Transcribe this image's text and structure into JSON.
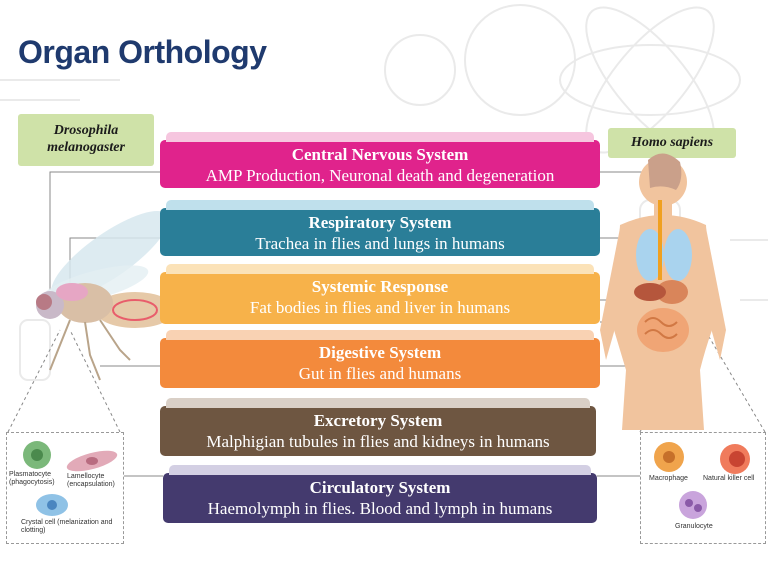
{
  "title": "Organ Orthology",
  "left_species": "Drosophila melanogaster",
  "right_species": "Homo sapiens",
  "systems": [
    {
      "heading": "Central Nervous System",
      "desc": "AMP Production, Neuronal death and degeneration",
      "color": "#e0238c",
      "tint": "#f6c6df"
    },
    {
      "heading": "Respiratory System",
      "desc": "Trachea in flies and lungs in humans",
      "color": "#2a7e98",
      "tint": "#bfe0ec"
    },
    {
      "heading": "Systemic Response",
      "desc": "Fat bodies in flies and liver in humans",
      "color": "#f7b24a",
      "tint": "#fbe2b8"
    },
    {
      "heading": "Digestive System",
      "desc": "Gut in flies and humans",
      "color": "#f38a3c",
      "tint": "#f9d2b3"
    },
    {
      "heading": "Excretory System",
      "desc": "Malphigian tubules in flies and kidneys in humans",
      "color": "#6e5641",
      "tint": "#d9cfc6"
    },
    {
      "heading": "Circulatory System",
      "desc": "Haemolymph in flies. Blood and lymph in humans",
      "color": "#443a6e",
      "tint": "#d3cfe3"
    }
  ],
  "fly_cells": {
    "plasmatocyte": "Plasmatocyte (phagocytosis)",
    "lamellocyte": "Lamellocyte (encapsulation)",
    "crystal": "Crystal cell (melanization and clotting)"
  },
  "human_cells": {
    "macrophage": "Macrophage",
    "nk": "Natural killer cell",
    "granulocyte": "Granulocyte"
  }
}
